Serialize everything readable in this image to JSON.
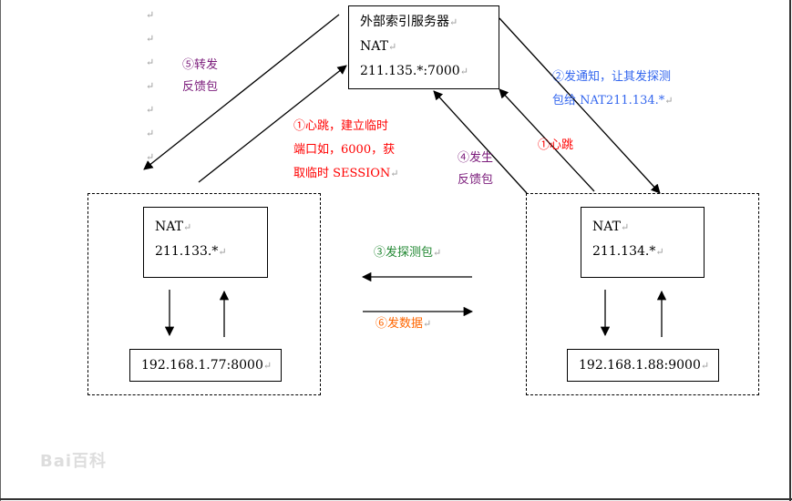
{
  "margin_mark": "↵",
  "server": {
    "line1": "外部索引服务器",
    "line2": "NAT",
    "line3": "211.135.*:7000"
  },
  "nat_a": {
    "line1": "NAT",
    "line2": "211.133.*"
  },
  "nat_b": {
    "line1": "NAT",
    "line2": "211.134.*"
  },
  "host_a": "192.168.1.77:8000",
  "host_b": "192.168.1.88:9000",
  "labels": {
    "forward_1": "⑤转发",
    "forward_2": "反馈包",
    "heartbeat_a_1": "①心跳，建立临时",
    "heartbeat_a_2": "端口如，6000，获",
    "heartbeat_a_3": "取临时 SESSION",
    "notify_1": "②发通知，让其发探测",
    "notify_2": "包给 NAT211.134.*",
    "heartbeat_b": "①心跳",
    "send_feedback_1": "④发生",
    "send_feedback_2": "反馈包",
    "probe": "③发探测包",
    "send_data": "⑥发数据"
  },
  "watermark": "Bai百科",
  "colors": {
    "red": "#ff0000",
    "purple": "#7a1a7a",
    "blue": "#3366ee",
    "green": "#228833",
    "orange": "#ff6600"
  }
}
